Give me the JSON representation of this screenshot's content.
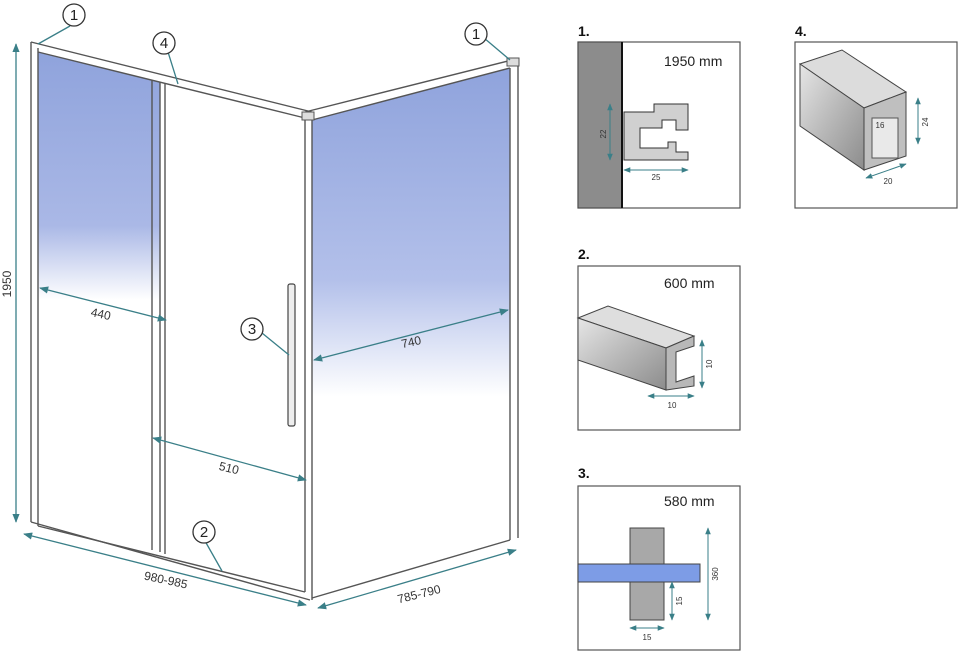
{
  "main": {
    "height_label": "1950",
    "width_front_label": "980-985",
    "width_side_label": "785-790",
    "fixed_panel_label": "440",
    "side_panel_label": "740",
    "door_opening_label": "510",
    "callouts": {
      "top_left": "1",
      "top_rail": "4",
      "top_right": "1",
      "handle": "3",
      "bottom_rail": "2"
    }
  },
  "details": [
    {
      "number": "1.",
      "length": "1950 mm",
      "dim_a": "22",
      "dim_b": "25"
    },
    {
      "number": "2.",
      "length": "600 mm",
      "dim_a": "10",
      "dim_b": "10"
    },
    {
      "number": "3.",
      "length": "580 mm",
      "dim_a": "360",
      "dim_b": "15",
      "dim_c": "15"
    },
    {
      "number": "4.",
      "dim_a": "24",
      "dim_b": "20",
      "dim_c": "16"
    }
  ]
}
